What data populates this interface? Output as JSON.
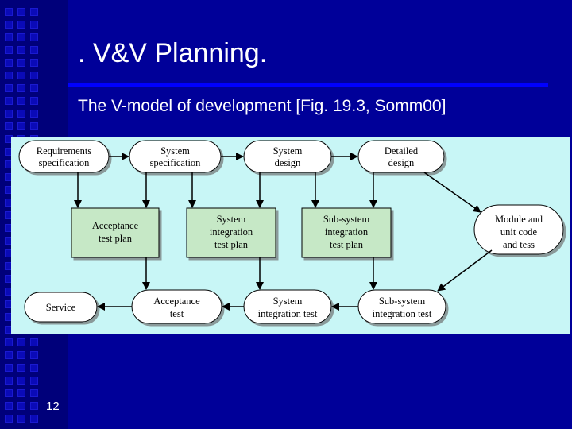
{
  "slide": {
    "title": ". V&V Planning.",
    "subtitle": "The V-model of development [Fig. 19.3, Somm00]",
    "page_number": "12"
  },
  "diagram": {
    "nodes": {
      "requirements_spec": [
        "Requirements",
        "specification"
      ],
      "system_spec": [
        "System",
        "specification"
      ],
      "system_design": [
        "System",
        "design"
      ],
      "detailed_design": [
        "Detailed",
        "design"
      ],
      "acceptance_test_plan": [
        "Acceptance",
        "test plan"
      ],
      "system_integration_test_plan": [
        "System",
        "integration",
        "test plan"
      ],
      "subsystem_integration_test_plan": [
        "Sub-system",
        "integration",
        "test plan"
      ],
      "module_unit_code": [
        "Module and",
        "unit code",
        "and tess"
      ],
      "service": [
        "Service"
      ],
      "acceptance_test": [
        "Acceptance",
        "test"
      ],
      "system_integration_test": [
        "System",
        "integration test"
      ],
      "subsystem_integration_test": [
        "Sub-system",
        "integration test"
      ]
    },
    "colors": {
      "background": "#c8f6f6",
      "oval_fill": "#ffffff",
      "box_fill": "#c6e8c6",
      "stroke": "#000000"
    }
  }
}
